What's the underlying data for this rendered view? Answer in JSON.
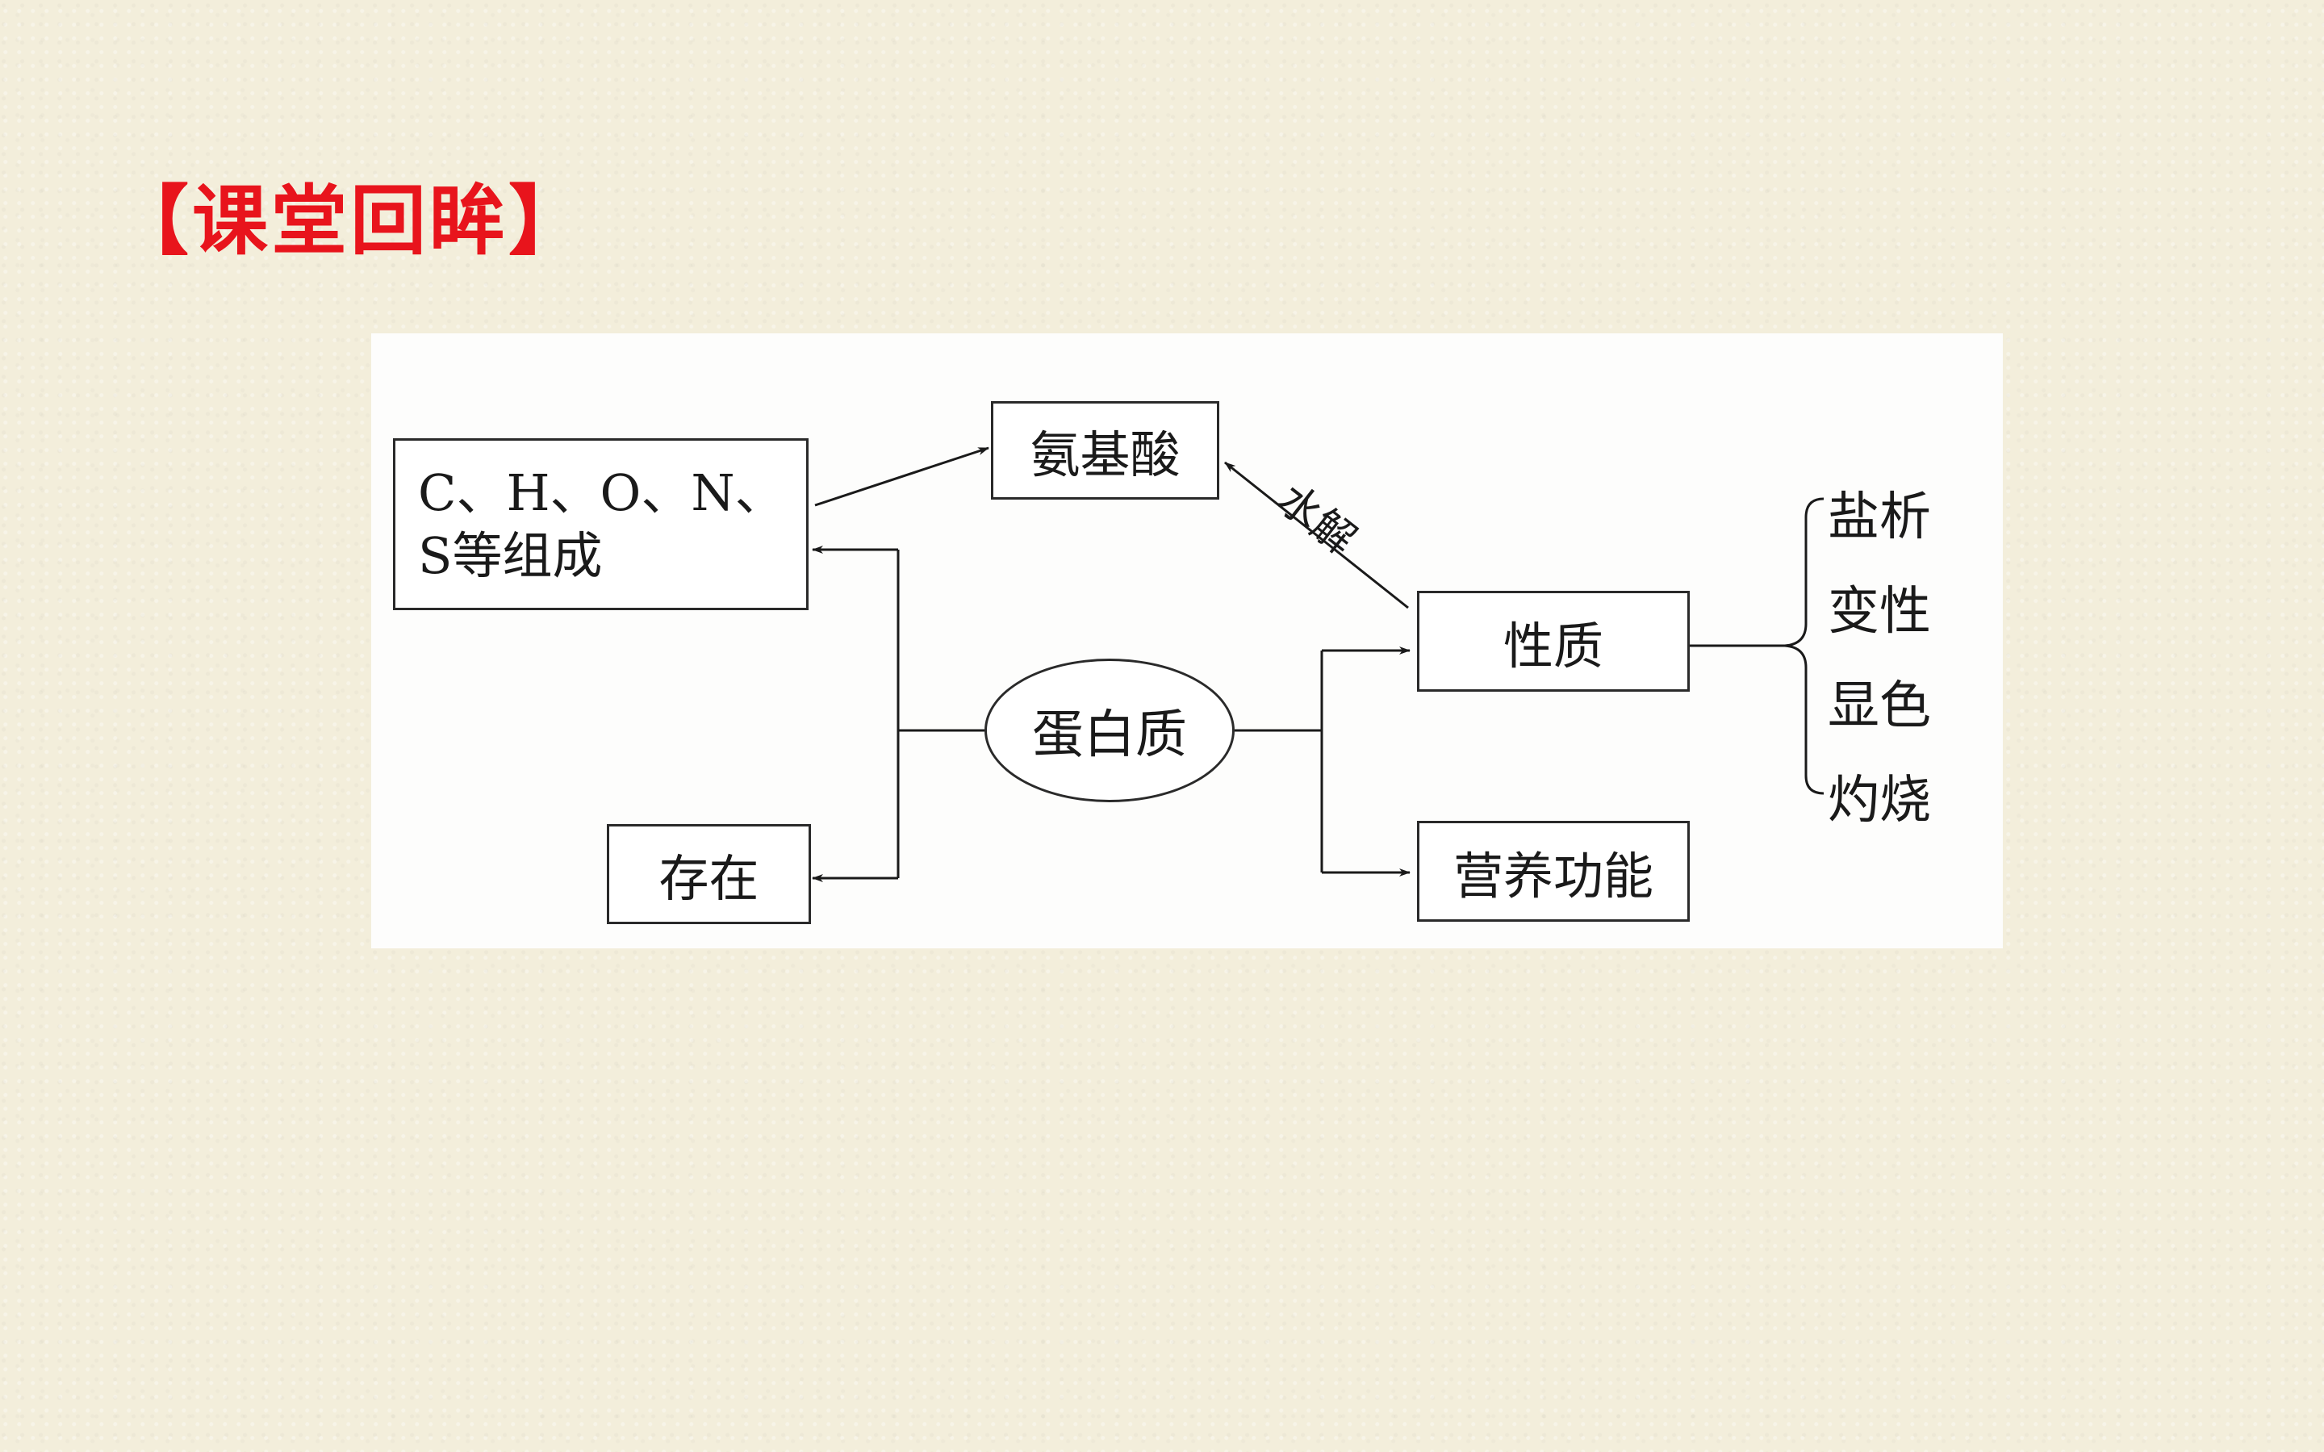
{
  "slide": {
    "heading": "【课堂回眸】"
  },
  "diagram": {
    "center": "蛋白质",
    "composition_line1": "C、H、O、N、",
    "composition_line2": "S等组成",
    "amino_acid": "氨基酸",
    "existence": "存在",
    "properties": "性质",
    "nutrition": "营养功能",
    "hydrolysis_label": "水解",
    "property_items": [
      "盐析",
      "变性",
      "显色",
      "灼烧"
    ]
  }
}
